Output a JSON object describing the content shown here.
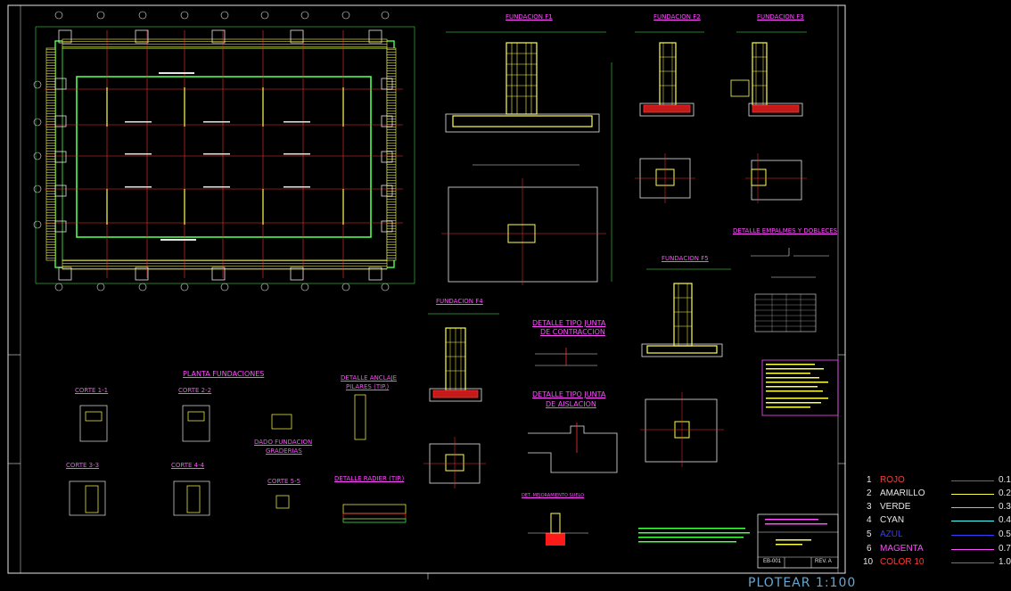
{
  "titles": {
    "fundacion_f1": "FUNDACION F1",
    "fundacion_f2": "FUNDACION F2",
    "fundacion_f3": "FUNDACION F3",
    "fundacion_f4": "FUNDACION F4",
    "fundacion_f5": "FUNDACION F5",
    "detalle_empalmes": "DETALLE EMPALMES Y DOBLECES",
    "detalle_contraccion_1": "DETALLE TIPO JUNTA",
    "detalle_contraccion_2": "DE CONTRACCION",
    "detalle_aislacion_1": "DETALLE TIPO JUNTA",
    "detalle_aislacion_2": "DE AISLACION",
    "planta_fundaciones": "PLANTA FUNDACIONES",
    "corte_1": "CORTE 1-1",
    "corte_2": "CORTE 2-2",
    "corte_3": "CORTE 3-3",
    "corte_4": "CORTE 4-4",
    "corte_5": "CORTE 5-5",
    "detalle_anclaje_1": "DETALLE ANCLAJE",
    "detalle_anclaje_2": "PILARES (TIP.)",
    "dado_fundacion_1": "DADO FUNDACION",
    "dado_fundacion_2": "GRADERIAS",
    "detalle_radier": "DETALLE RADIER (TIP.)",
    "mejoramiento_suelo": "DET. MEJORAMIENTO SUELO"
  },
  "title_block": {
    "sheet": "EB-001",
    "rev": "REV. A"
  },
  "legend": [
    {
      "num": "1",
      "name": "ROJO",
      "value": "0.1",
      "color": "#ff2a2a"
    },
    {
      "num": "2",
      "name": "AMARILLO",
      "value": "0.2",
      "color": "#ffff4d"
    },
    {
      "num": "3",
      "name": "VERDE",
      "value": "0.3",
      "color": "#4dff4d"
    },
    {
      "num": "4",
      "name": "CYAN",
      "value": "0.4",
      "color": "#4dffff"
    },
    {
      "num": "5",
      "name": "AZUL",
      "value": "0.5",
      "color": "#3b3bff"
    },
    {
      "num": "6",
      "name": "MAGENTA",
      "value": "0.7",
      "color": "#ff4dff"
    },
    {
      "num": "10",
      "name": "COLOR 10",
      "value": "1.0",
      "color": "#ff3b3b"
    }
  ],
  "plot_label": "PLOTEAR 1:100"
}
